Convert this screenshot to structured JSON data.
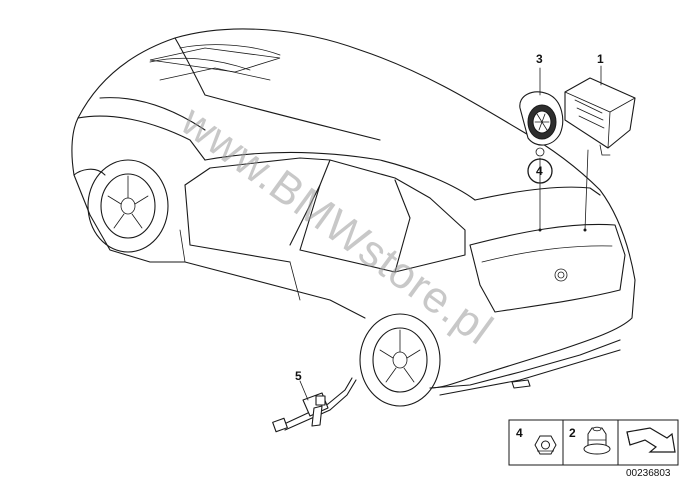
{
  "watermark": "www.BMWstore.pl",
  "callouts": {
    "part1": "1",
    "part2": "2",
    "part3": "3",
    "part4": "4",
    "part5": "5"
  },
  "legend": {
    "item4": "4",
    "item2": "2"
  },
  "image_code": "00236803"
}
